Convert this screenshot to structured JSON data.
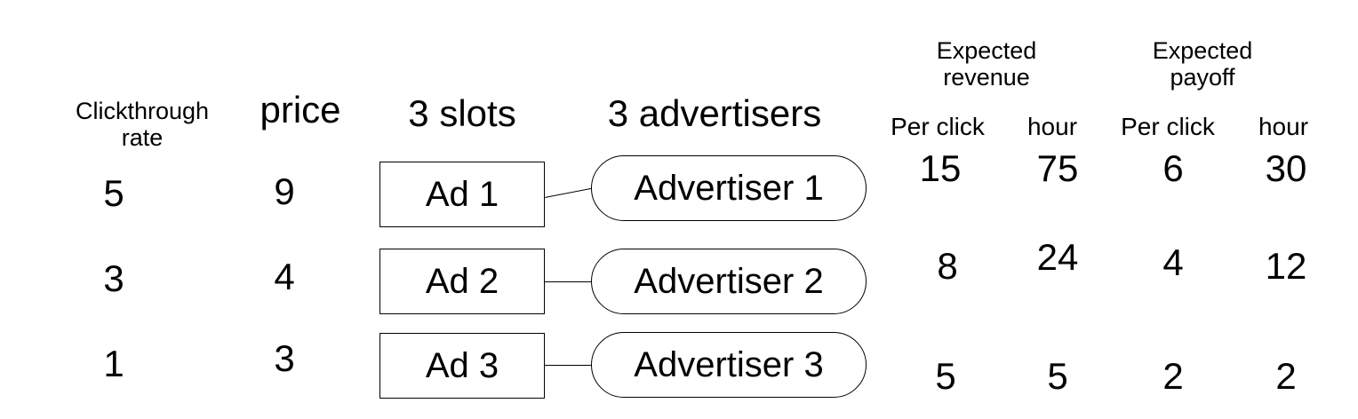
{
  "headers": {
    "ctr_line1": "Clickthrough",
    "ctr_line2": "rate",
    "price": "price",
    "slots": "3 slots",
    "advertisers": "3 advertisers",
    "exp_revenue_line1": "Expected",
    "exp_revenue_line2": "revenue",
    "exp_payoff_line1": "Expected",
    "exp_payoff_line2": "payoff",
    "rev_per_click": "Per click",
    "rev_hour": "hour",
    "pay_per_click": "Per click",
    "pay_hour": "hour"
  },
  "rows": [
    {
      "ctr": "5",
      "price": "9",
      "slot": "Ad 1",
      "advertiser": "Advertiser 1",
      "rev_per_click": "15",
      "rev_hour": "75",
      "pay_per_click": "6",
      "pay_hour": "30"
    },
    {
      "ctr": "3",
      "price": "4",
      "slot": "Ad 2",
      "advertiser": "Advertiser 2",
      "rev_per_click": "8",
      "rev_hour": "24",
      "pay_per_click": "4",
      "pay_hour": "12"
    },
    {
      "ctr": "1",
      "price": "3",
      "slot": "Ad 3",
      "advertiser": "Advertiser 3",
      "rev_per_click": "5",
      "rev_hour": "5",
      "pay_per_click": "2",
      "pay_hour": "2"
    }
  ]
}
